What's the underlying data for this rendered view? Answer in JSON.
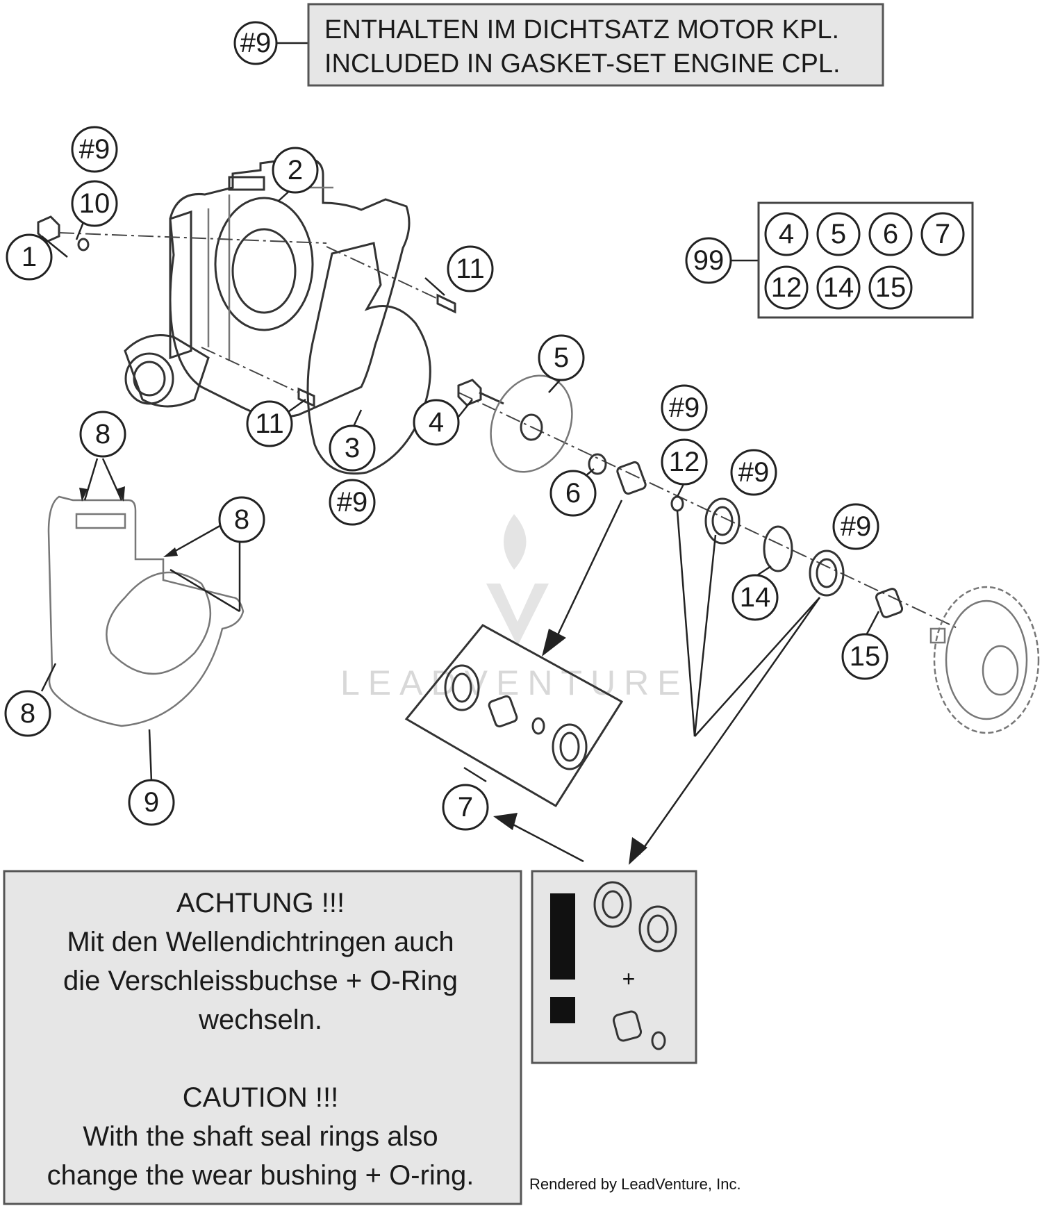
{
  "header_note": {
    "ref": "#9",
    "line1": "ENTHALTEN IM DICHTSATZ MOTOR KPL.",
    "line2": "INCLUDED IN GASKET-SET ENGINE CPL."
  },
  "kit": {
    "ref": "99",
    "items": [
      "4",
      "5",
      "6",
      "7",
      "12",
      "14",
      "15"
    ]
  },
  "callouts": {
    "c1": "1",
    "c2": "2",
    "c3": "3",
    "c4": "4",
    "c5": "5",
    "c6": "6",
    "c7": "7",
    "c8a": "8",
    "c8b": "8",
    "c8c": "8",
    "c9": "9",
    "c10": "10",
    "c11a": "11",
    "c11b": "11",
    "c12": "12",
    "c14": "14",
    "c15": "15",
    "g1": "#9",
    "g2": "#9",
    "g3": "#9",
    "g4": "#9",
    "g5": "#9"
  },
  "caution": {
    "de_title": "ACHTUNG !!!",
    "de_line1": "Mit den Wellendichtringen auch",
    "de_line2": "die Verschleissbuchse + O-Ring",
    "de_line3": "wechseln.",
    "en_title": "CAUTION !!!",
    "en_line1": "With the shaft seal rings also",
    "en_line2": "change the wear bushing + O-ring."
  },
  "warning_panel": {
    "mark": "!",
    "plus": "+"
  },
  "watermark": {
    "text": "LEADVENTURE"
  },
  "credit": {
    "text": "Rendered by LeadVenture, Inc."
  }
}
